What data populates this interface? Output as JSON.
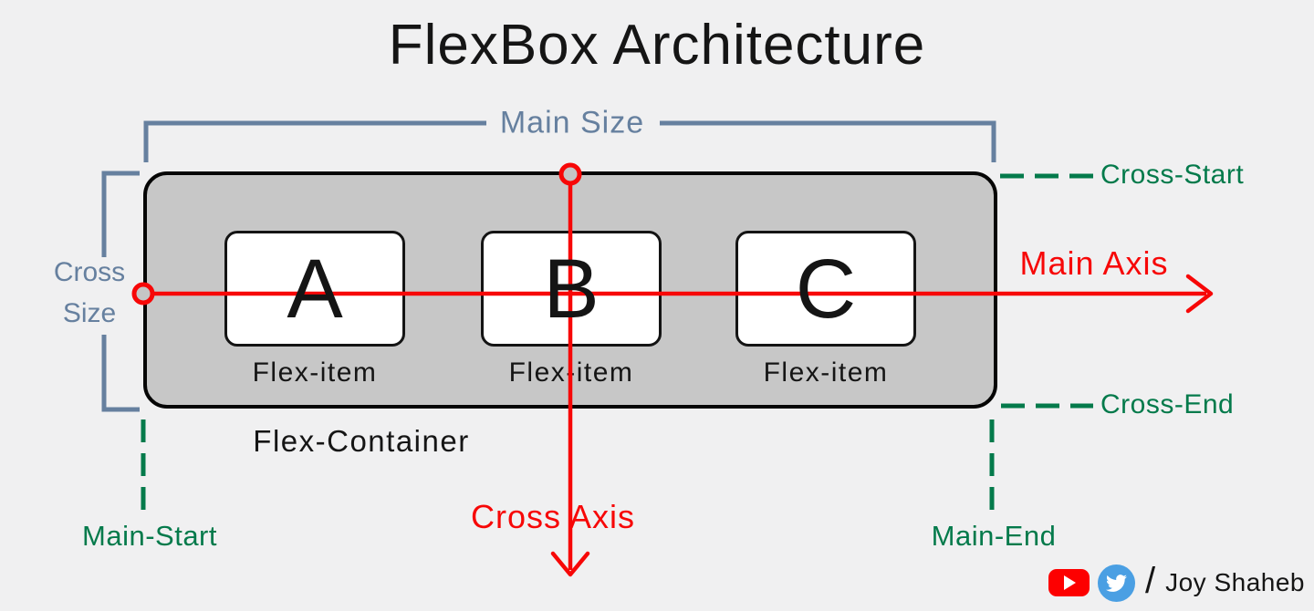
{
  "title": "FlexBox Architecture",
  "labels": {
    "main_size": "Main Size",
    "cross_size_line1": "Cross",
    "cross_size_line2": "Size",
    "main_axis": "Main Axis",
    "cross_axis": "Cross Axis",
    "cross_start": "Cross-Start",
    "cross_end": "Cross-End",
    "main_start": "Main-Start",
    "main_end": "Main-End",
    "flex_container": "Flex-Container"
  },
  "flex_items": [
    {
      "letter": "A",
      "label": "Flex-item"
    },
    {
      "letter": "B",
      "label": "Flex-item"
    },
    {
      "letter": "C",
      "label": "Flex-item"
    }
  ],
  "attribution": {
    "separator": "/",
    "author": "Joy Shaheb",
    "icons": [
      "youtube-icon",
      "twitter-icon"
    ]
  },
  "colors": {
    "background": "#f0f0f1",
    "text_black": "#151515",
    "container_fill": "#c7c7c7",
    "container_border": "#050505",
    "item_fill": "#ffffff",
    "item_border": "#141414",
    "bracket_blue": "#66809f",
    "guide_green": "#047a4b",
    "axis_red": "#f70707",
    "youtube_red": "#fd0000",
    "twitter_blue": "#4a9fe3"
  }
}
